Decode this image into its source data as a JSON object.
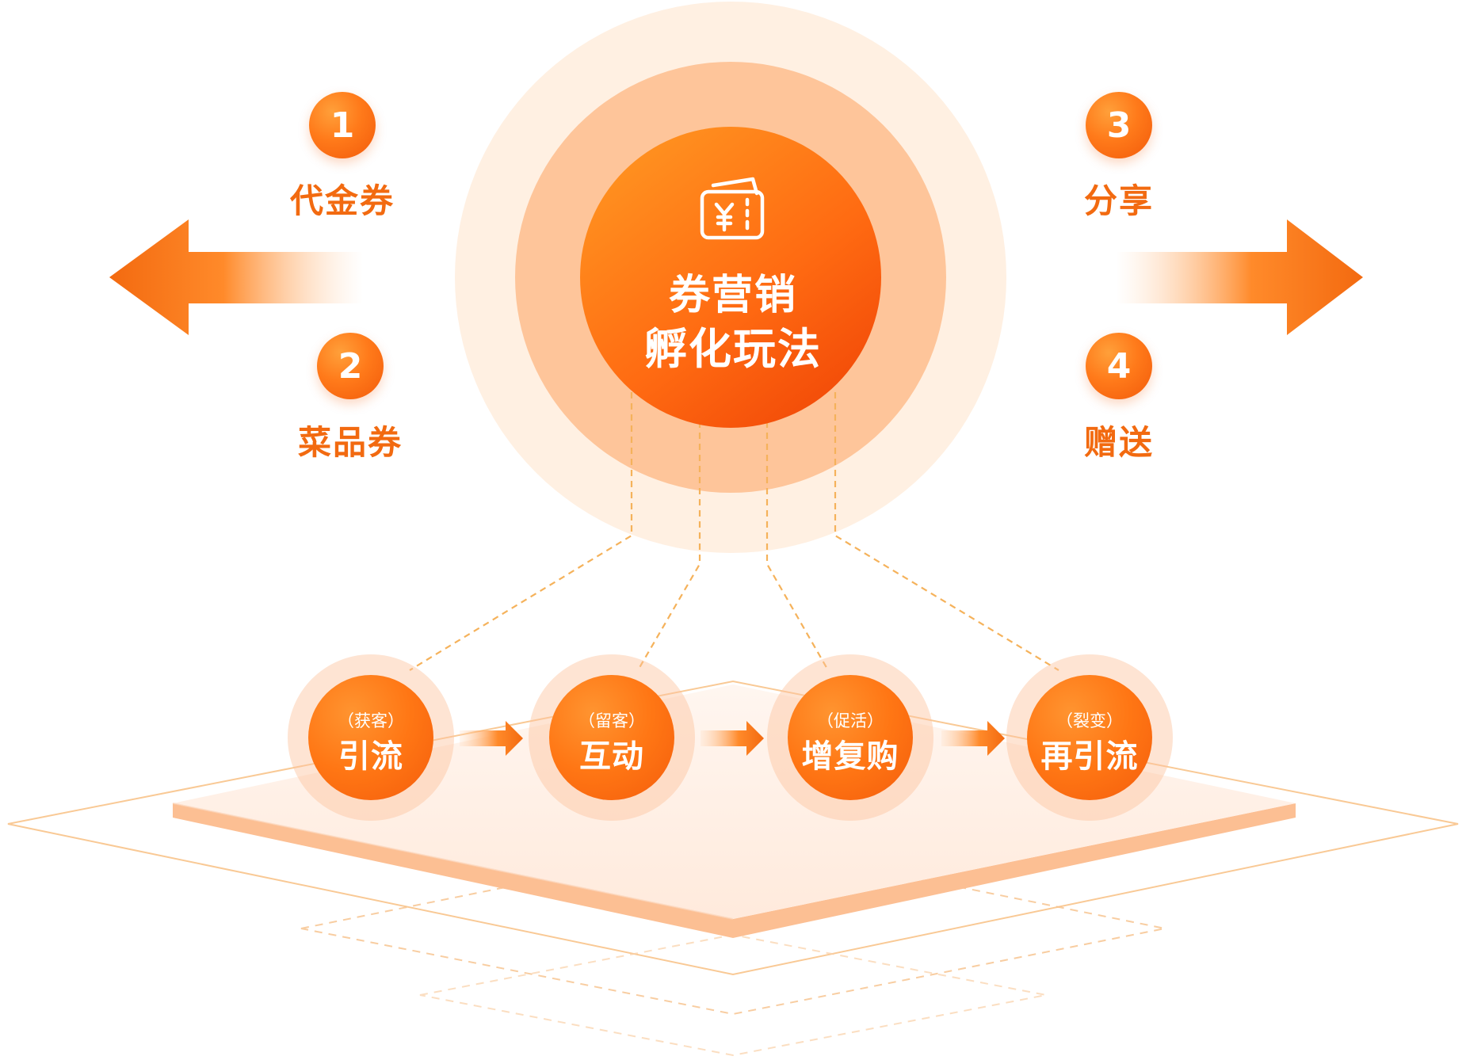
{
  "colors": {
    "primary_orange": "#ff7a1a",
    "deep_orange": "#f25a0a",
    "label_orange": "#f26a10",
    "ring_outer": "#fff0e2",
    "ring_middle": "#fec59a",
    "platform": "#fdd2b5",
    "dash_line": "#f5b25b"
  },
  "hub": {
    "icon": "coupon-wallet-icon",
    "line1": "券营销",
    "line2": "孵化玩法"
  },
  "left_items": [
    {
      "number": "1",
      "label": "代金券"
    },
    {
      "number": "2",
      "label": "菜品券"
    }
  ],
  "right_items": [
    {
      "number": "3",
      "label": "分享"
    },
    {
      "number": "4",
      "label": "赠送"
    }
  ],
  "steps": [
    {
      "sub": "（获客）",
      "main": "引流"
    },
    {
      "sub": "（留客）",
      "main": "互动"
    },
    {
      "sub": "（促活）",
      "main": "增复购"
    },
    {
      "sub": "（裂变）",
      "main": "再引流"
    }
  ]
}
